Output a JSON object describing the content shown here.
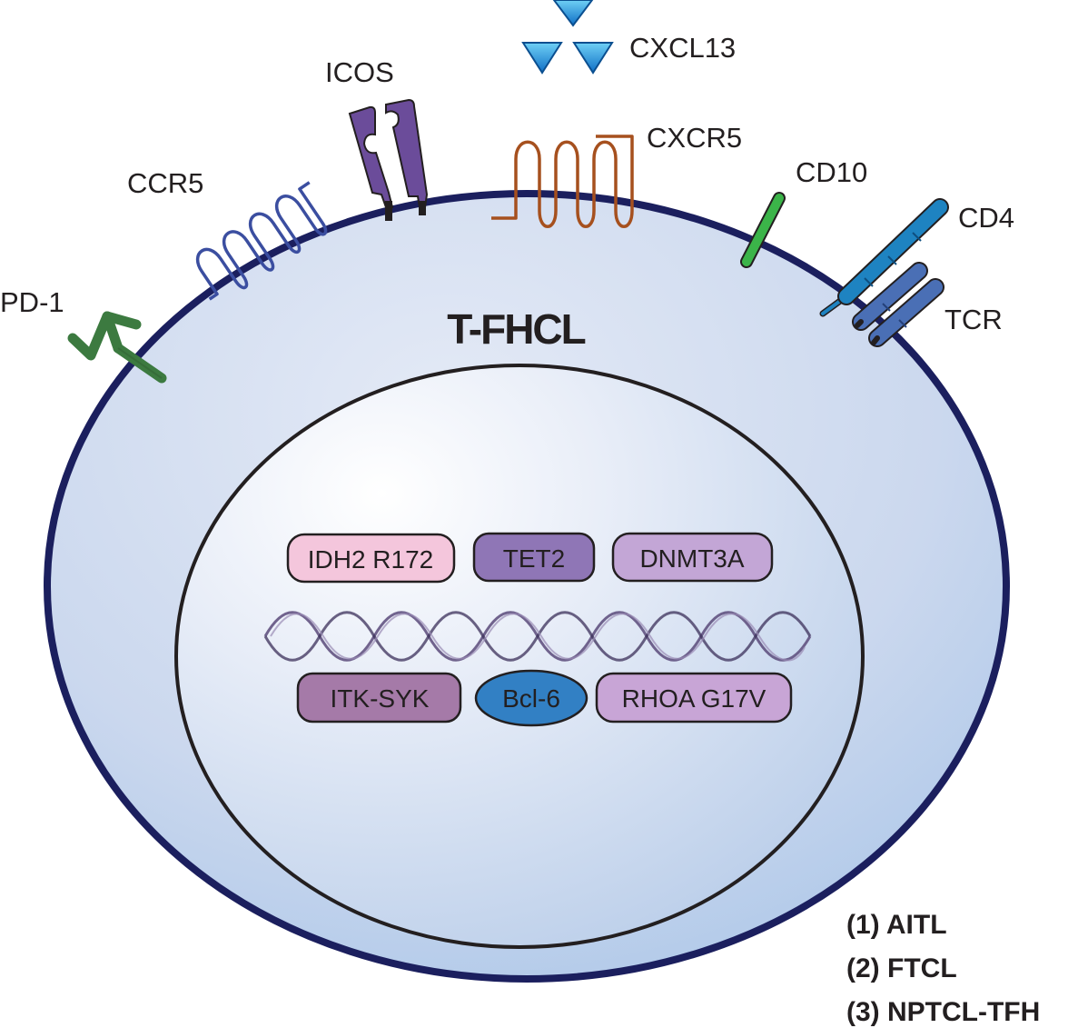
{
  "cell": {
    "title": "T-FHCL"
  },
  "markers": {
    "pd1": "PD-1",
    "ccr5": "CCR5",
    "icos": "ICOS",
    "cxcl13": "CXCL13",
    "cxcr5": "CXCR5",
    "cd10": "CD10",
    "cd4": "CD4",
    "tcr": "TCR"
  },
  "genes": {
    "row1": [
      "IDH2 R172",
      "TET2",
      "DNMT3A"
    ],
    "row2": [
      "ITK-SYK",
      "Bcl-6",
      "RHOA G17V"
    ]
  },
  "legend": [
    "(1) AITL",
    "(2) FTCL",
    "(3) NPTCL-TFH"
  ],
  "colors": {
    "cell_border": "#1b1f5e",
    "cell_fill": "#cdd9ef",
    "pd1": "#3c7a40",
    "ccr5": "#3b4ea0",
    "icos": "#6b4c9a",
    "cxcl13": "#1e88d6",
    "cxcr5": "#a6501e",
    "cd10": "#3bb449",
    "cd4": "#1e83c1",
    "tcr": "#4a6fb5",
    "idh2": "#f4c6dc",
    "tet2": "#8f76b6",
    "dnmt3a": "#c3a6d6",
    "itk_syk": "#a57aa8",
    "bcl6": "#3280c4",
    "rhoa": "#c8a5d6"
  }
}
